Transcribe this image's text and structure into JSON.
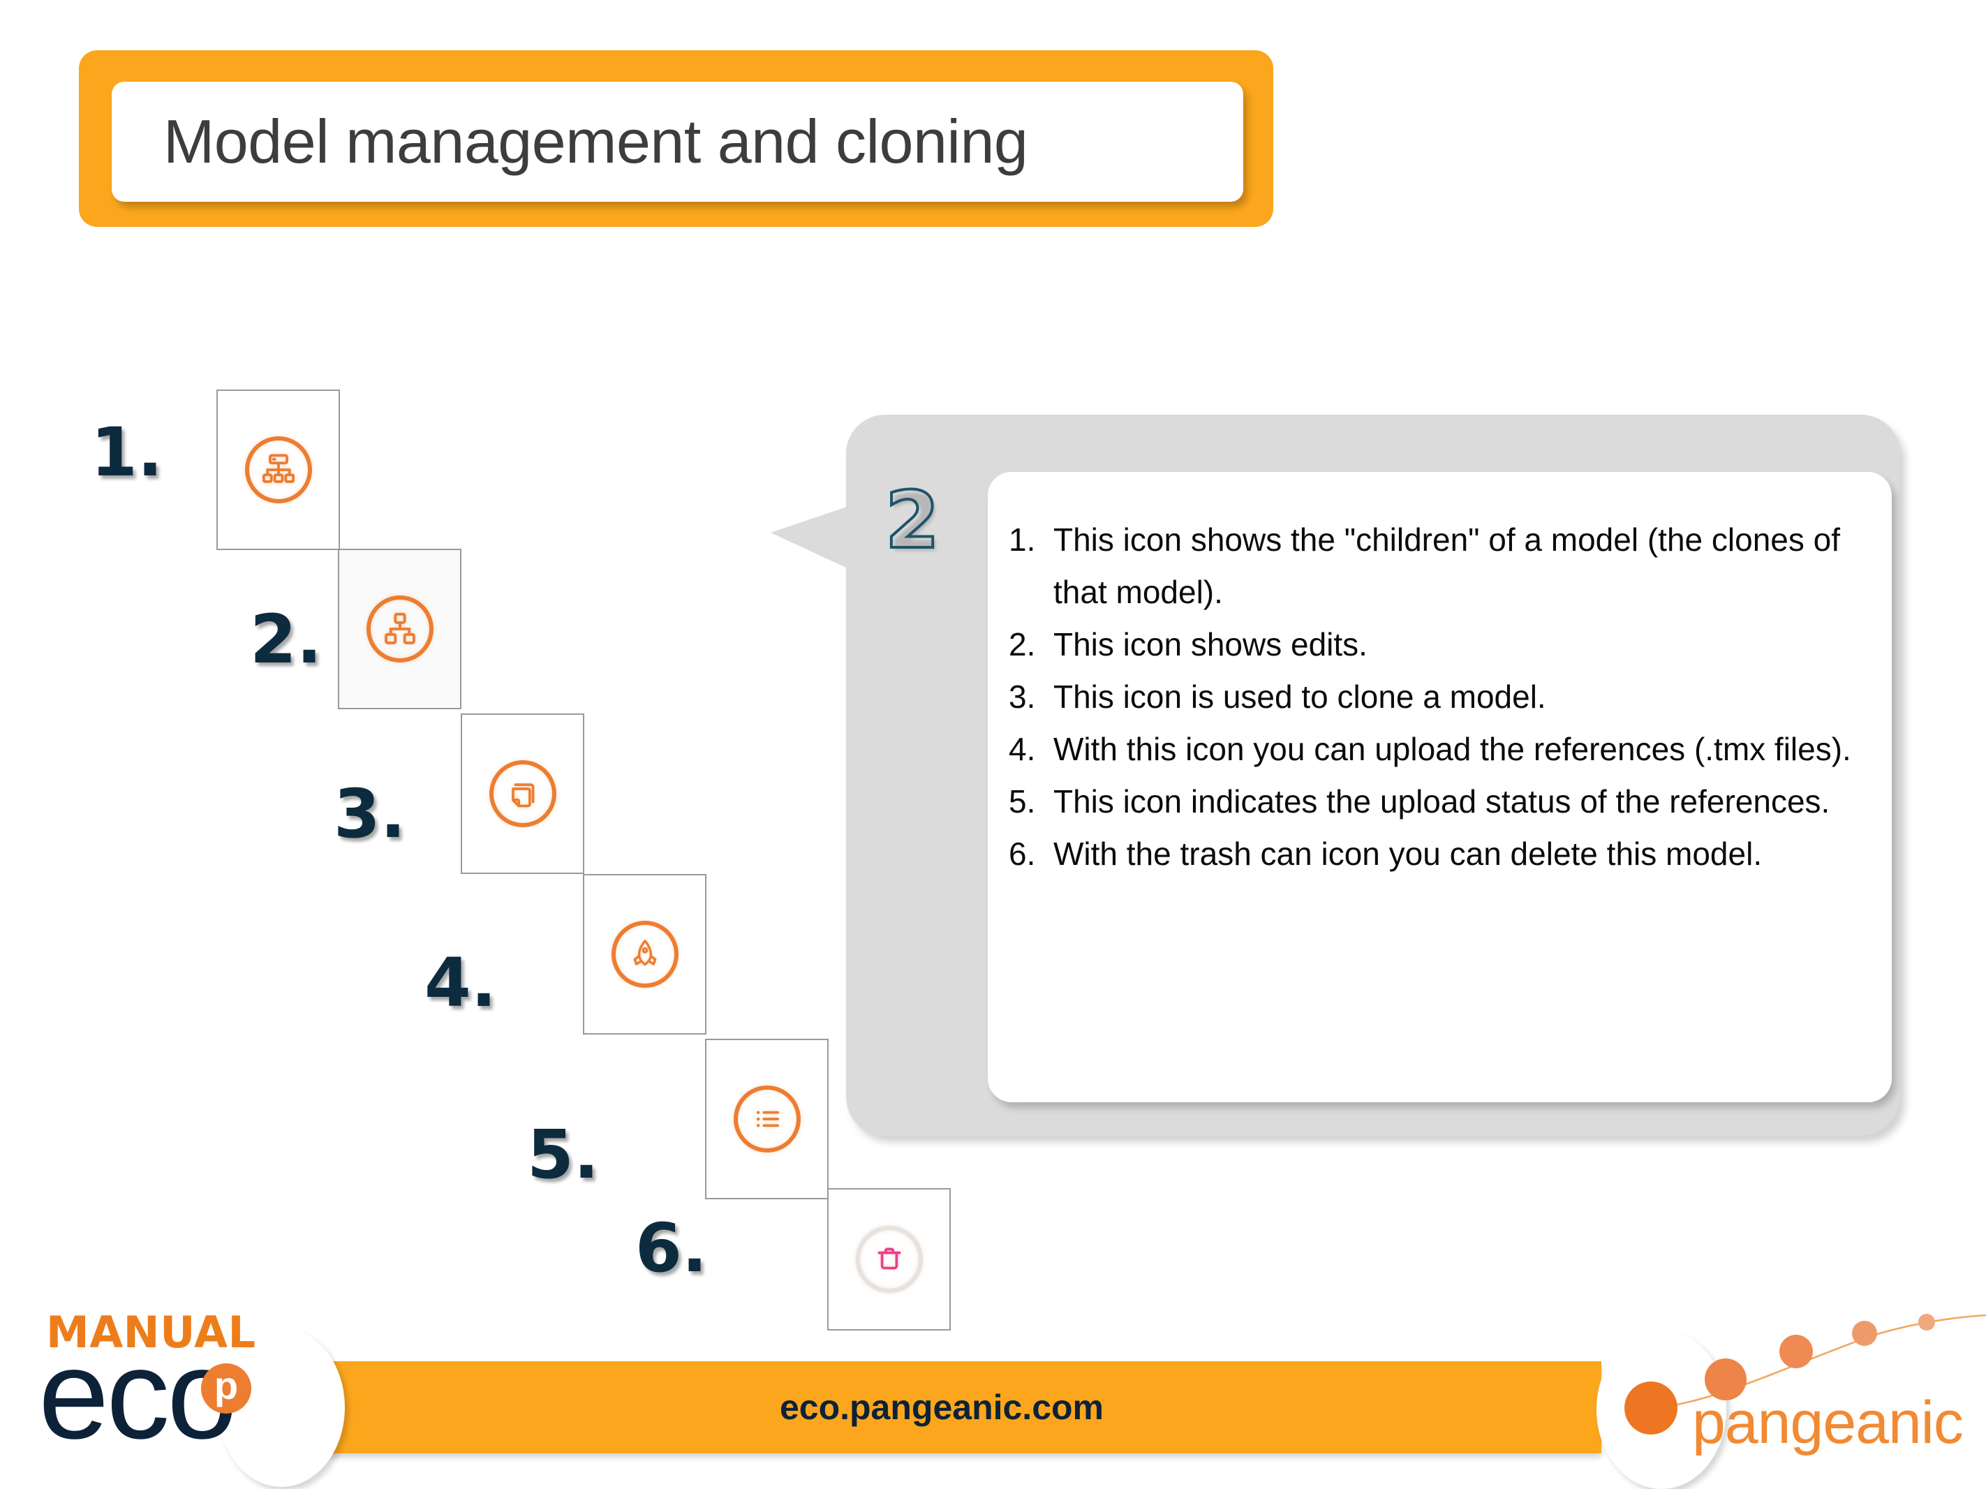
{
  "title": {
    "text": "Model management and cloning"
  },
  "steps": [
    {
      "number": "1.",
      "icon": "sitemap-icon",
      "icon_color": "#ED7D31"
    },
    {
      "number": "2.",
      "icon": "hierarchy-edit-icon",
      "icon_color": "#ED7D31"
    },
    {
      "number": "3.",
      "icon": "clone-copy-icon",
      "icon_color": "#ED7D31"
    },
    {
      "number": "4.",
      "icon": "rocket-upload-icon",
      "icon_color": "#ED7D31"
    },
    {
      "number": "5.",
      "icon": "list-status-icon",
      "icon_color": "#ED7D31"
    },
    {
      "number": "6.",
      "icon": "trash-can-icon",
      "icon_color": "#EA3E8E"
    }
  ],
  "callout": {
    "marker": "2",
    "items": [
      "This icon shows the \"children\" of a model (the clones of that model).",
      "This icon shows edits.",
      "This icon is used to clone a model.",
      "With this icon you can upload the references (.tmx files).",
      "This icon indicates the upload status of the references.",
      "With the trash can icon you can delete this model."
    ]
  },
  "footer": {
    "url": "eco.pangeanic.com",
    "manual_label": "MANUAL",
    "eco_label": "eco",
    "eco_badge": "p",
    "brand": "pangeanic"
  },
  "colors": {
    "orange": "#FBA61C",
    "icon_orange": "#ED7D31",
    "navy": "#0D2238",
    "bubble_gray": "#DBDBDB",
    "marker_teal": "#1F5469",
    "trash_pink": "#EA3E8E"
  }
}
